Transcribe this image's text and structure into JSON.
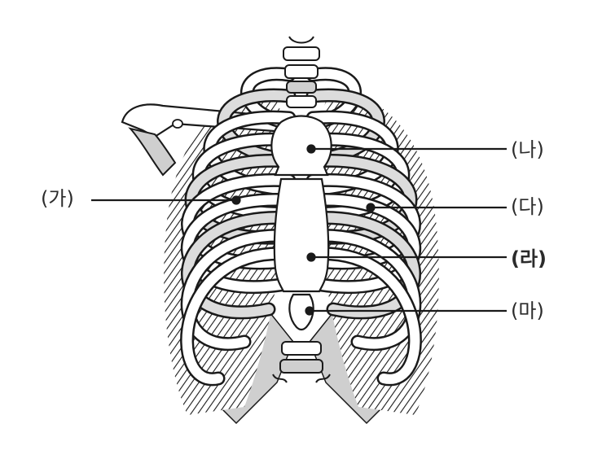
{
  "labels": {
    "ga": "(가)",
    "na": "(나)",
    "da": "(다)",
    "ra": "(라)",
    "ma": "(마)"
  },
  "colors": {
    "outline": "#1a1a1a",
    "bone": "#ffffff",
    "shade": "#c8c8c8",
    "label": "#2b2b2b"
  }
}
